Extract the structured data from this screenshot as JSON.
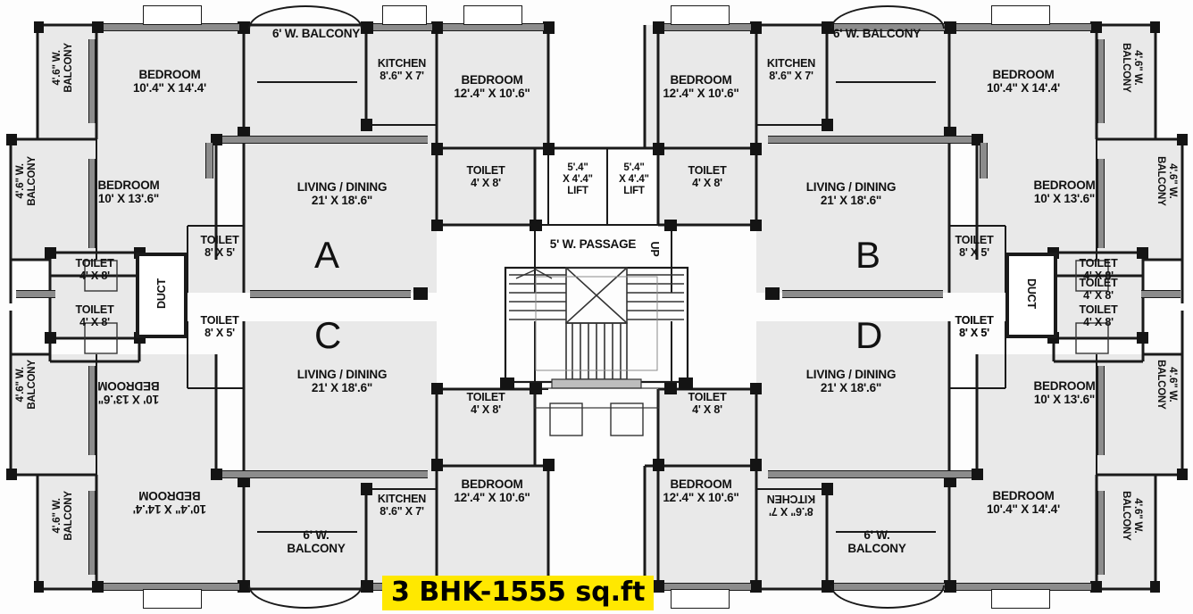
{
  "plan": {
    "title": "3 BHK-1555 sq.ft",
    "colors": {
      "wall": "#1a1a1a",
      "room_fill": "#e9e9e9",
      "banner_bg": "#ffe800",
      "banner_text": "#000000",
      "background": "#ffffff"
    },
    "units": [
      {
        "key": "A",
        "label": "A"
      },
      {
        "key": "B",
        "label": "B"
      },
      {
        "key": "C",
        "label": "C"
      },
      {
        "key": "D",
        "label": "D"
      }
    ],
    "core": {
      "passage": "5' W. PASSAGE",
      "up_label": "UP",
      "lift_left": {
        "size": "5'.4\"",
        "size2": "X 4'.4\"",
        "name": "LIFT"
      },
      "lift_right": {
        "size": "5'.4\"",
        "size2": "X 4'.4\"",
        "name": "LIFT"
      }
    },
    "rooms": {
      "bedroom_name": "BEDROOM",
      "kitchen_name": "KITCHEN",
      "toilet_name": "TOILET",
      "living_name": "LIVING / DINING",
      "duct_name": "DUCT",
      "bedroom_a1_size": "10'.4\" X 14'.4'",
      "bedroom_a2_size": "10' X 13'.6\"",
      "bedroom_a3_size": "12'.4\" X 10'.6\"",
      "kitchen_size": "8'.6\" X 7'",
      "living_size": "21' X 18'.6\"",
      "toilet_small_size": "4' X 8'",
      "toilet_long_size": "8' X 5'",
      "balcony_side": "4'.6\" W.",
      "balcony_side2": "BALCONY",
      "balcony_wide": "6' W.",
      "balcony_wide2": "BALCONY",
      "balcony_wide_one_line": "6' W. BALCONY"
    }
  }
}
